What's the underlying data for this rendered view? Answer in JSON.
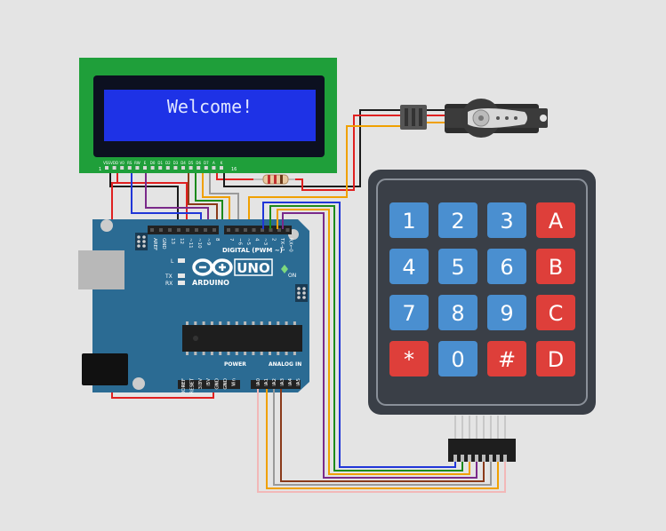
{
  "lcd": {
    "message": "Welcome!",
    "pins": [
      "VSS",
      "VDD",
      "V0",
      "RS",
      "RW",
      "E",
      "D0",
      "D1",
      "D2",
      "D3",
      "D4",
      "D5",
      "D6",
      "D7",
      "A",
      "K"
    ],
    "pin_first": "1",
    "pin_last": "16"
  },
  "arduino": {
    "model": "UNO",
    "brand": "ARDUINO",
    "digital_label": "DIGITAL (PWM ~)",
    "analog_label": "ANALOG IN",
    "power_label": "POWER",
    "on_label": "ON",
    "led_l": "L",
    "led_tx": "TX",
    "led_rx": "RX",
    "digital_pins": [
      "AREF",
      "GND",
      "13",
      "12",
      "~11",
      "~10",
      "~9",
      "8",
      "7",
      "~6",
      "~5",
      "4",
      "~3",
      "2",
      "TX→1",
      "RX←0"
    ],
    "power_pins": [
      "IOREF",
      "RESET",
      "3.3V",
      "5V",
      "GND",
      "GND",
      "Vin"
    ],
    "analog_pins": [
      "A0",
      "A1",
      "A2",
      "A3",
      "A4",
      "A5"
    ]
  },
  "keypad": {
    "rows": [
      [
        "1",
        "2",
        "3",
        "A"
      ],
      [
        "4",
        "5",
        "6",
        "B"
      ],
      [
        "7",
        "8",
        "9",
        "C"
      ],
      [
        "*",
        "0",
        "#",
        "D"
      ]
    ]
  },
  "colors": {
    "background": "#e4e4e4",
    "lcd_frame": "#1f9f3a",
    "lcd_screen": "#1e32e6",
    "lcd_text": "#dfe6ff",
    "board": "#2b6b93",
    "key_blue": "#4a8fd0",
    "key_red": "#de3f3a",
    "keypad_body": "#3a3f47",
    "wire_red": "#e02020",
    "wire_black": "#1a1a1a",
    "wire_blue": "#2036d8",
    "wire_green": "#1b8a1b",
    "wire_orange": "#f0a000",
    "wire_purple": "#7a2a8a",
    "wire_gray": "#9a9a9a",
    "wire_pink": "#f2b8b8",
    "wire_brown": "#8a3a1a"
  }
}
